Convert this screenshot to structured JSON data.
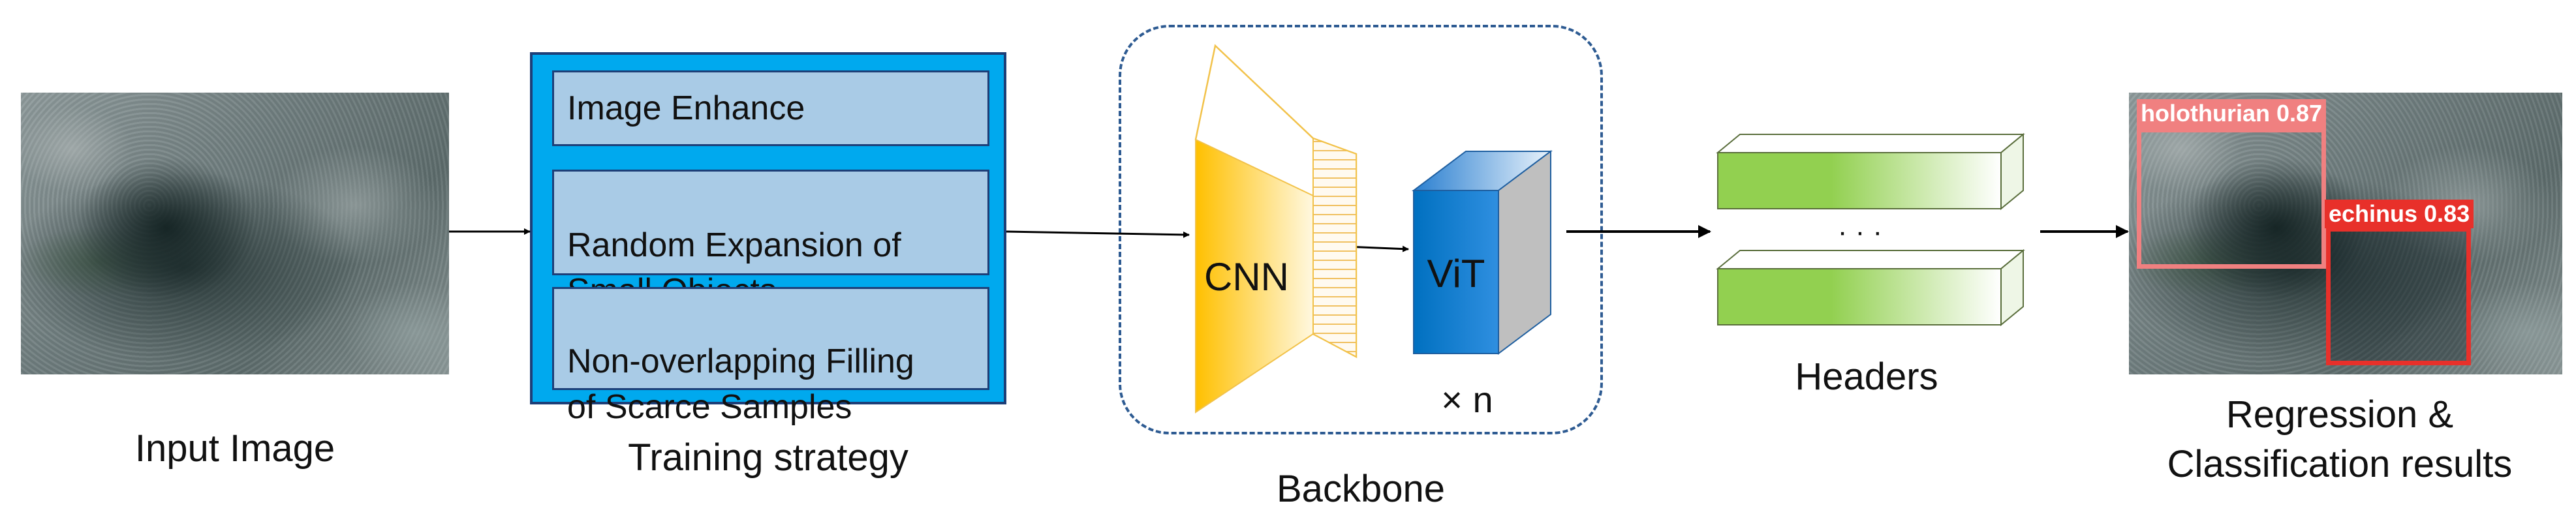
{
  "input": {
    "caption": "Input Image"
  },
  "training": {
    "caption": "Training strategy",
    "items": [
      "Image Enhance",
      "Random Expansion of\nSmall Objects",
      "Non-overlapping Filling\nof Scarce Samples"
    ]
  },
  "backbone": {
    "caption": "Backbone",
    "cnn_label": "CNN",
    "vit_label": "ViT",
    "repeat_label": "× n"
  },
  "headers": {
    "caption": "Headers",
    "ellipsis": "· · ·"
  },
  "results": {
    "caption": "Regression &\nClassification results",
    "detections": [
      {
        "label": "holothurian",
        "score": "0.87",
        "text": "holothurian 0.87",
        "color": "#f08080"
      },
      {
        "label": "echinus",
        "score": "0.83",
        "text": "echinus 0.83",
        "color": "#e8302a"
      }
    ]
  },
  "colors": {
    "panel_blue": "#00a9ee",
    "strategy_box": "#a9cbe6",
    "cnn_orange": "#ffc000",
    "vit_blue": "#0070c0",
    "header_green": "#92d050",
    "frame_dash": "#2e5b92"
  }
}
